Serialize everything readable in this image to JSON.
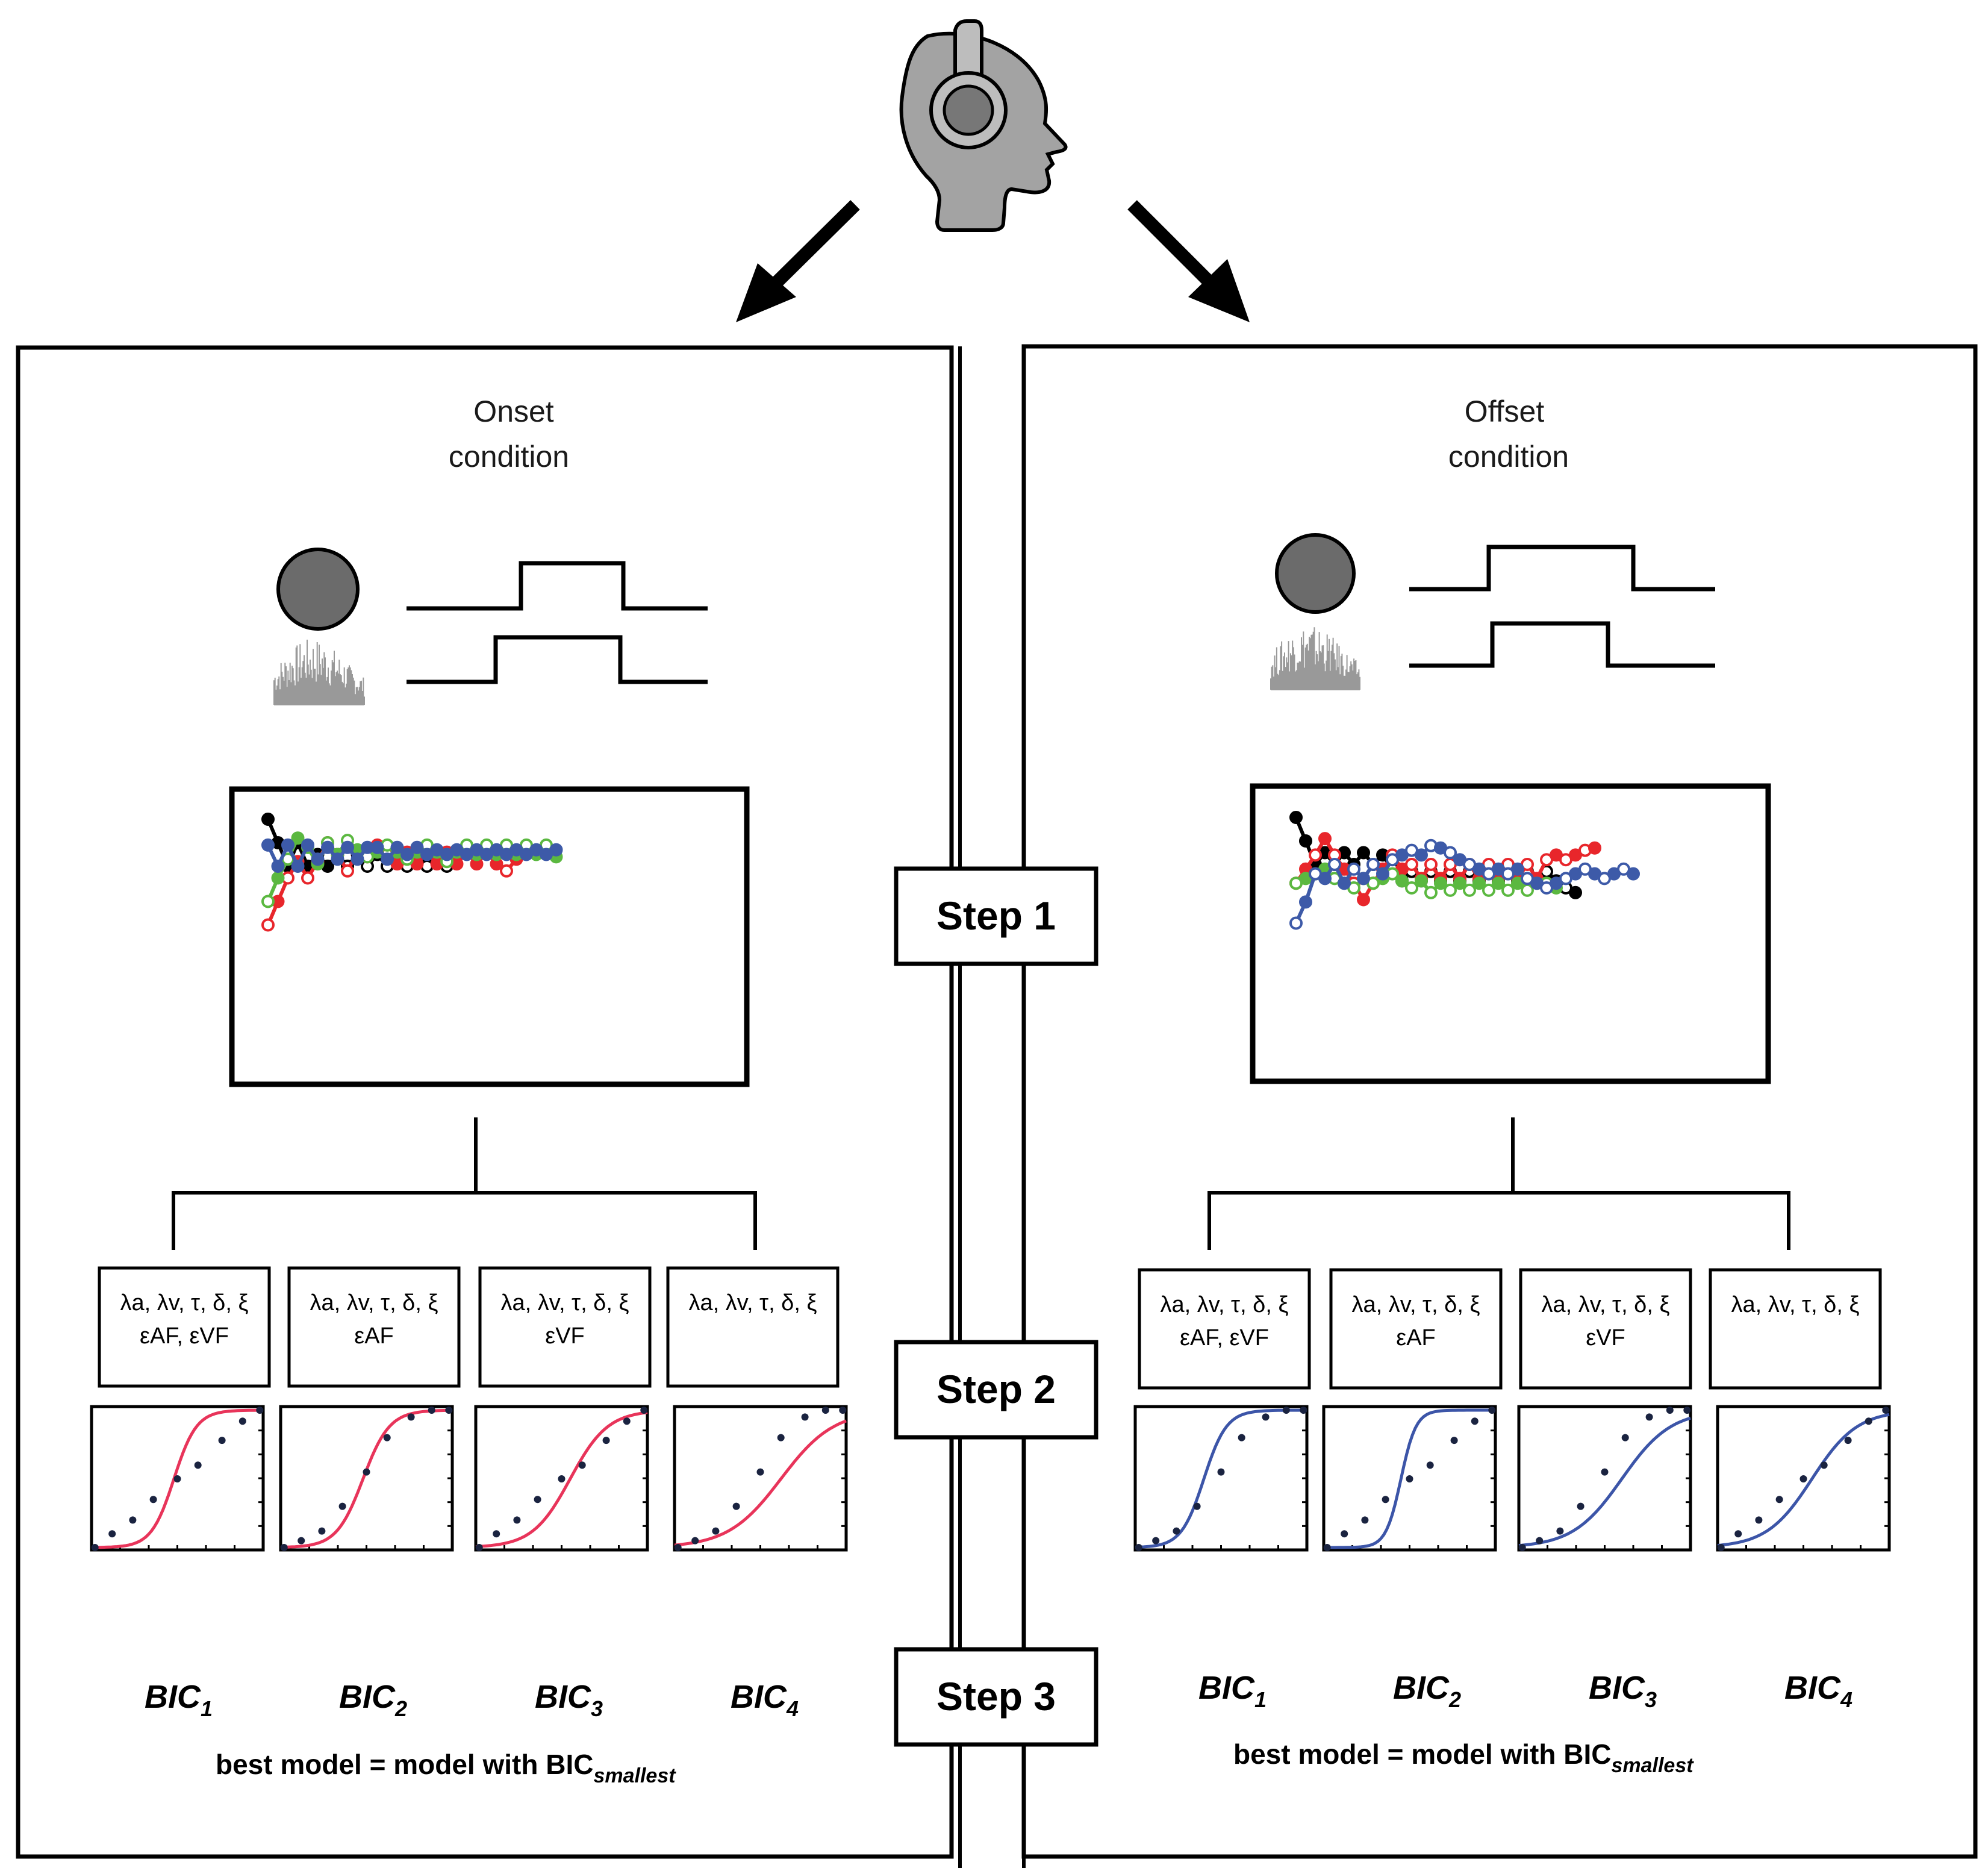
{
  "conditions": [
    {
      "title_line1": "Onset",
      "title_line2": "condition",
      "params": [
        {
          "line1": "λa, λv, τ, δ, ξ",
          "line2": "εAF, εVF"
        },
        {
          "line1": "λa, λv, τ, δ, ξ",
          "line2": "εAF"
        },
        {
          "line1": "λa, λv, τ, δ, ξ",
          "line2": "εVF"
        },
        {
          "line1": "λa, λv, τ, δ, ξ",
          "line2": ""
        }
      ],
      "bic": [
        {
          "base": "BIC",
          "sub": "1"
        },
        {
          "base": "BIC",
          "sub": "2"
        },
        {
          "base": "BIC",
          "sub": "3"
        },
        {
          "base": "BIC",
          "sub": "4"
        }
      ],
      "best": {
        "text": "best model = model with BIC",
        "sub": "smallest"
      },
      "fit_color": "#e8345a"
    },
    {
      "title_line1": "Offset",
      "title_line2": "condition",
      "params": [
        {
          "line1": "λa, λv, τ, δ, ξ",
          "line2": "εAF, εVF"
        },
        {
          "line1": "λa, λv, τ, δ, ξ",
          "line2": "εAF"
        },
        {
          "line1": "λa, λv, τ, δ, ξ",
          "line2": "εVF"
        },
        {
          "line1": "λa, λv, τ, δ, ξ",
          "line2": ""
        }
      ],
      "bic": [
        {
          "base": "BIC",
          "sub": "1"
        },
        {
          "base": "BIC",
          "sub": "2"
        },
        {
          "base": "BIC",
          "sub": "3"
        },
        {
          "base": "BIC",
          "sub": "4"
        }
      ],
      "best": {
        "text": "best model = model with BIC",
        "sub": "smallest"
      },
      "fit_color": "#3c55a8"
    }
  ],
  "steps": [
    "Step 1",
    "Step 2",
    "Step 3"
  ],
  "staircase_colors": {
    "black": "#000000",
    "red": "#e8262b",
    "green": "#5bb840",
    "blue": "#3d5aa8"
  },
  "colors": {
    "head": "#a3a3a3",
    "stimulus_circle": "#6b6b6b",
    "noise": "#999999",
    "psychometric_dots": "#1a2340"
  },
  "icons": [
    "head-with-headphones-icon",
    "visual-flash-icon",
    "auditory-noise-icon",
    "arrow-icon"
  ]
}
